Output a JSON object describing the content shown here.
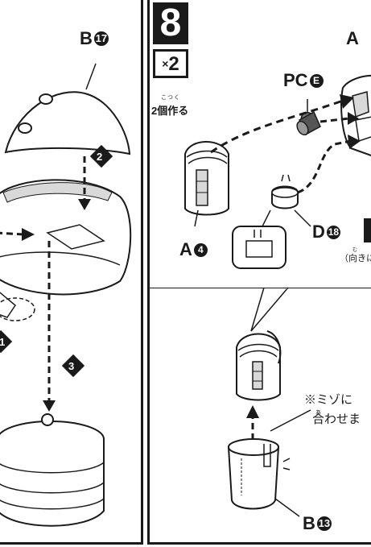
{
  "left": {
    "label_b17": "B",
    "num_17": "17",
    "step_2": "2",
    "step_3": "3",
    "step_1": "1"
  },
  "right": {
    "step_number": "8",
    "multiplier": "2",
    "multiplier_x": "×",
    "make_two_ruby": "こつく",
    "make_two": "2個作る",
    "label_a_top": "A",
    "label_pc": "PC",
    "label_pc_letter": "E",
    "label_a4": "A",
    "num_4": "4",
    "label_d18": "D",
    "num_18": "18",
    "warning": "!",
    "orientation_ruby": "む",
    "orientation_note": "（向きに",
    "note_line1": "※ミゾに",
    "note_ruby": "あ",
    "note_line2": "合わせま",
    "label_b13": "B",
    "num_13": "13"
  },
  "colors": {
    "ink": "#1a1a1a",
    "paper": "#ffffff",
    "shade": "#d9d9d9"
  }
}
